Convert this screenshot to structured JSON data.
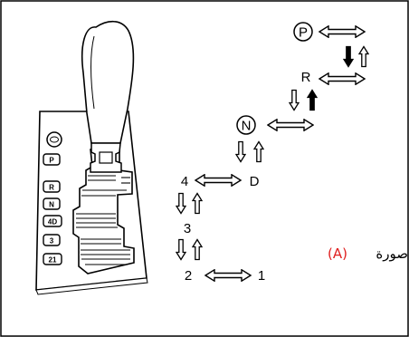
{
  "diagram": {
    "positions": {
      "p": "P",
      "r": "R",
      "n": "N",
      "d": "D",
      "four": "4",
      "three": "3",
      "two": "2",
      "one": "1"
    },
    "indicator_labels": [
      "P",
      "R",
      "N",
      "4D",
      "3",
      "21"
    ],
    "caption": {
      "word": "صورة",
      "letter": "(A)"
    },
    "colors": {
      "caption_letter": "#e01e1e",
      "lines": "#000000",
      "background": "#ffffff"
    },
    "icons": [
      "double-arrow-icon",
      "up-arrow-icon",
      "down-arrow-icon",
      "solid-up-arrow-icon",
      "solid-down-arrow-icon"
    ]
  }
}
